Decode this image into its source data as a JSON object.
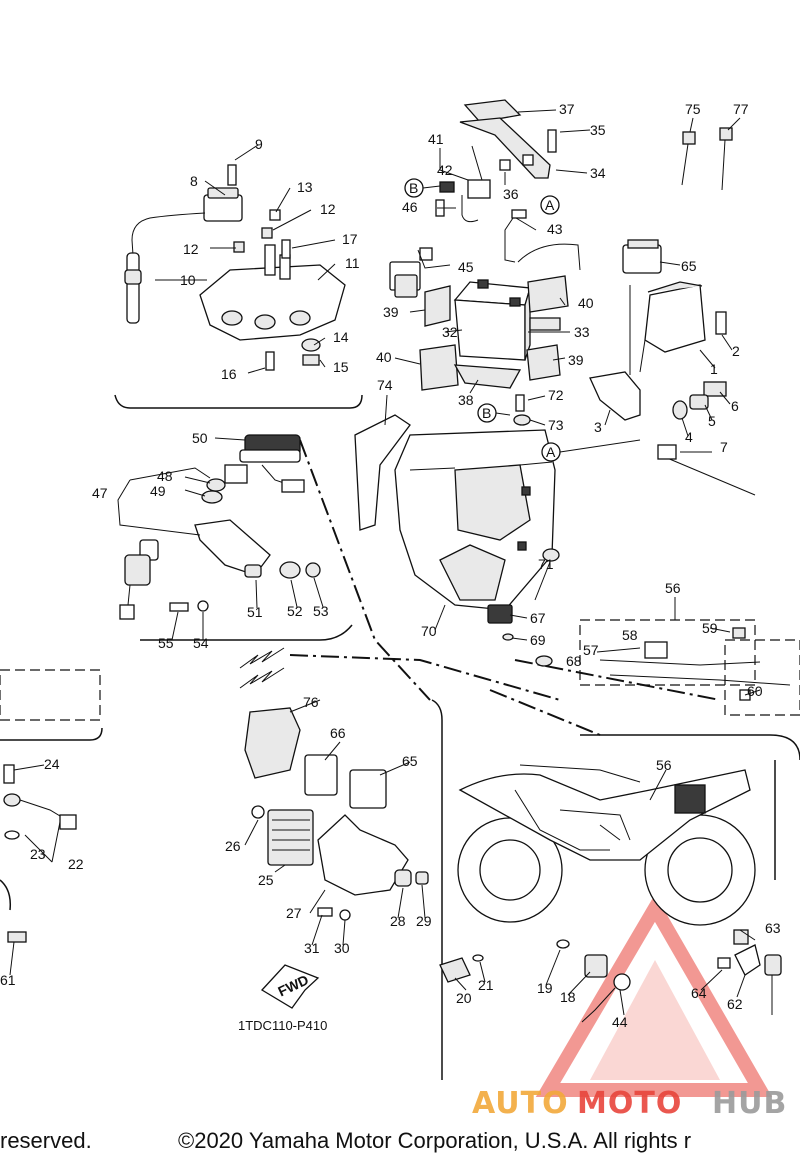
{
  "labels": {
    "n1": "1",
    "n2": "2",
    "n3": "3",
    "n4": "4",
    "n5": "5",
    "n6": "6",
    "n7": "7",
    "n8": "8",
    "n9": "9",
    "n10": "10",
    "n11": "11",
    "n12a": "12",
    "n12b": "12",
    "n13": "13",
    "n14": "14",
    "n15": "15",
    "n16": "16",
    "n17": "17",
    "n18": "18",
    "n19": "19",
    "n20": "20",
    "n21": "21",
    "n22": "22",
    "n23": "23",
    "n24": "24",
    "n25": "25",
    "n26": "26",
    "n27": "27",
    "n28": "28",
    "n29": "29",
    "n30": "30",
    "n31": "31",
    "n32": "32",
    "n33": "33",
    "n34": "34",
    "n35": "35",
    "n36": "36",
    "n37": "37",
    "n38": "38",
    "n39a": "39",
    "n39b": "39",
    "n40a": "40",
    "n40b": "40",
    "n41": "41",
    "n42": "42",
    "n43": "43",
    "n44": "44",
    "n45": "45",
    "n46": "46",
    "n47": "47",
    "n48": "48",
    "n49": "49",
    "n50": "50",
    "n51": "51",
    "n52": "52",
    "n53": "53",
    "n54": "54",
    "n55": "55",
    "n56a": "56",
    "n56b": "56",
    "n57": "57",
    "n58": "58",
    "n59": "59",
    "n60": "60",
    "n61": "61",
    "n62": "62",
    "n63": "63",
    "n64": "64",
    "n65a": "65",
    "n65b": "65",
    "n66": "66",
    "n67": "67",
    "n68": "68",
    "n69": "69",
    "n70": "70",
    "n71": "71",
    "n72": "72",
    "n73": "73",
    "n74": "74",
    "n75": "75",
    "n76": "76",
    "n77": "77",
    "refA1": "A",
    "refA2": "A",
    "refB1": "B",
    "refB2": "B"
  },
  "fwd_label": "FWD",
  "diagram_code": "1TDC110-P410",
  "footer": {
    "left": "reserved.",
    "right": "©2020 Yamaha Motor Corporation, U.S.A. All rights r"
  },
  "watermark": {
    "part1": "AUTO",
    "part2": "MOTO",
    "part3": "HUB",
    "color_primary": "#f2a93b",
    "color_secondary": "#e8453c",
    "color_tertiary": "#9b9b9b"
  }
}
